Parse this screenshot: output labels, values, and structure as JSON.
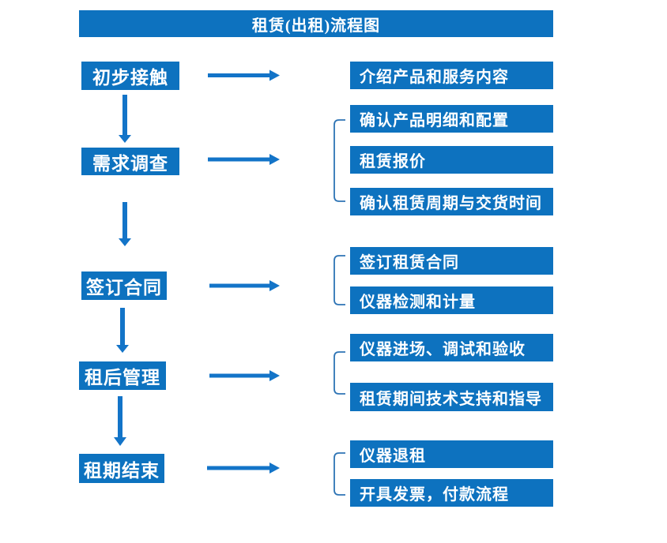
{
  "title": "租赁(出租)流程图",
  "stages": [
    {
      "label": "初步接触",
      "details": [
        "介绍产品和服务内容"
      ]
    },
    {
      "label": "需求调查",
      "details": [
        "确认产品明细和配置",
        "租赁报价",
        "确认租赁周期与交货时间"
      ]
    },
    {
      "label": "签订合同",
      "details": [
        "签订租赁合同",
        "仪器检测和计量"
      ]
    },
    {
      "label": "租后管理",
      "details": [
        "仪器进场、调试和验收",
        "租赁期间技术支持和指导"
      ]
    },
    {
      "label": "租期结束",
      "details": [
        "仪器退租",
        "开具发票，付款流程"
      ]
    }
  ],
  "colors": {
    "box_blue": "#0d72bf",
    "arrow_blue": "#1374c8",
    "bracket_blue": "#2e74b5",
    "text_white": "#ffffff",
    "background": "#ffffff"
  }
}
